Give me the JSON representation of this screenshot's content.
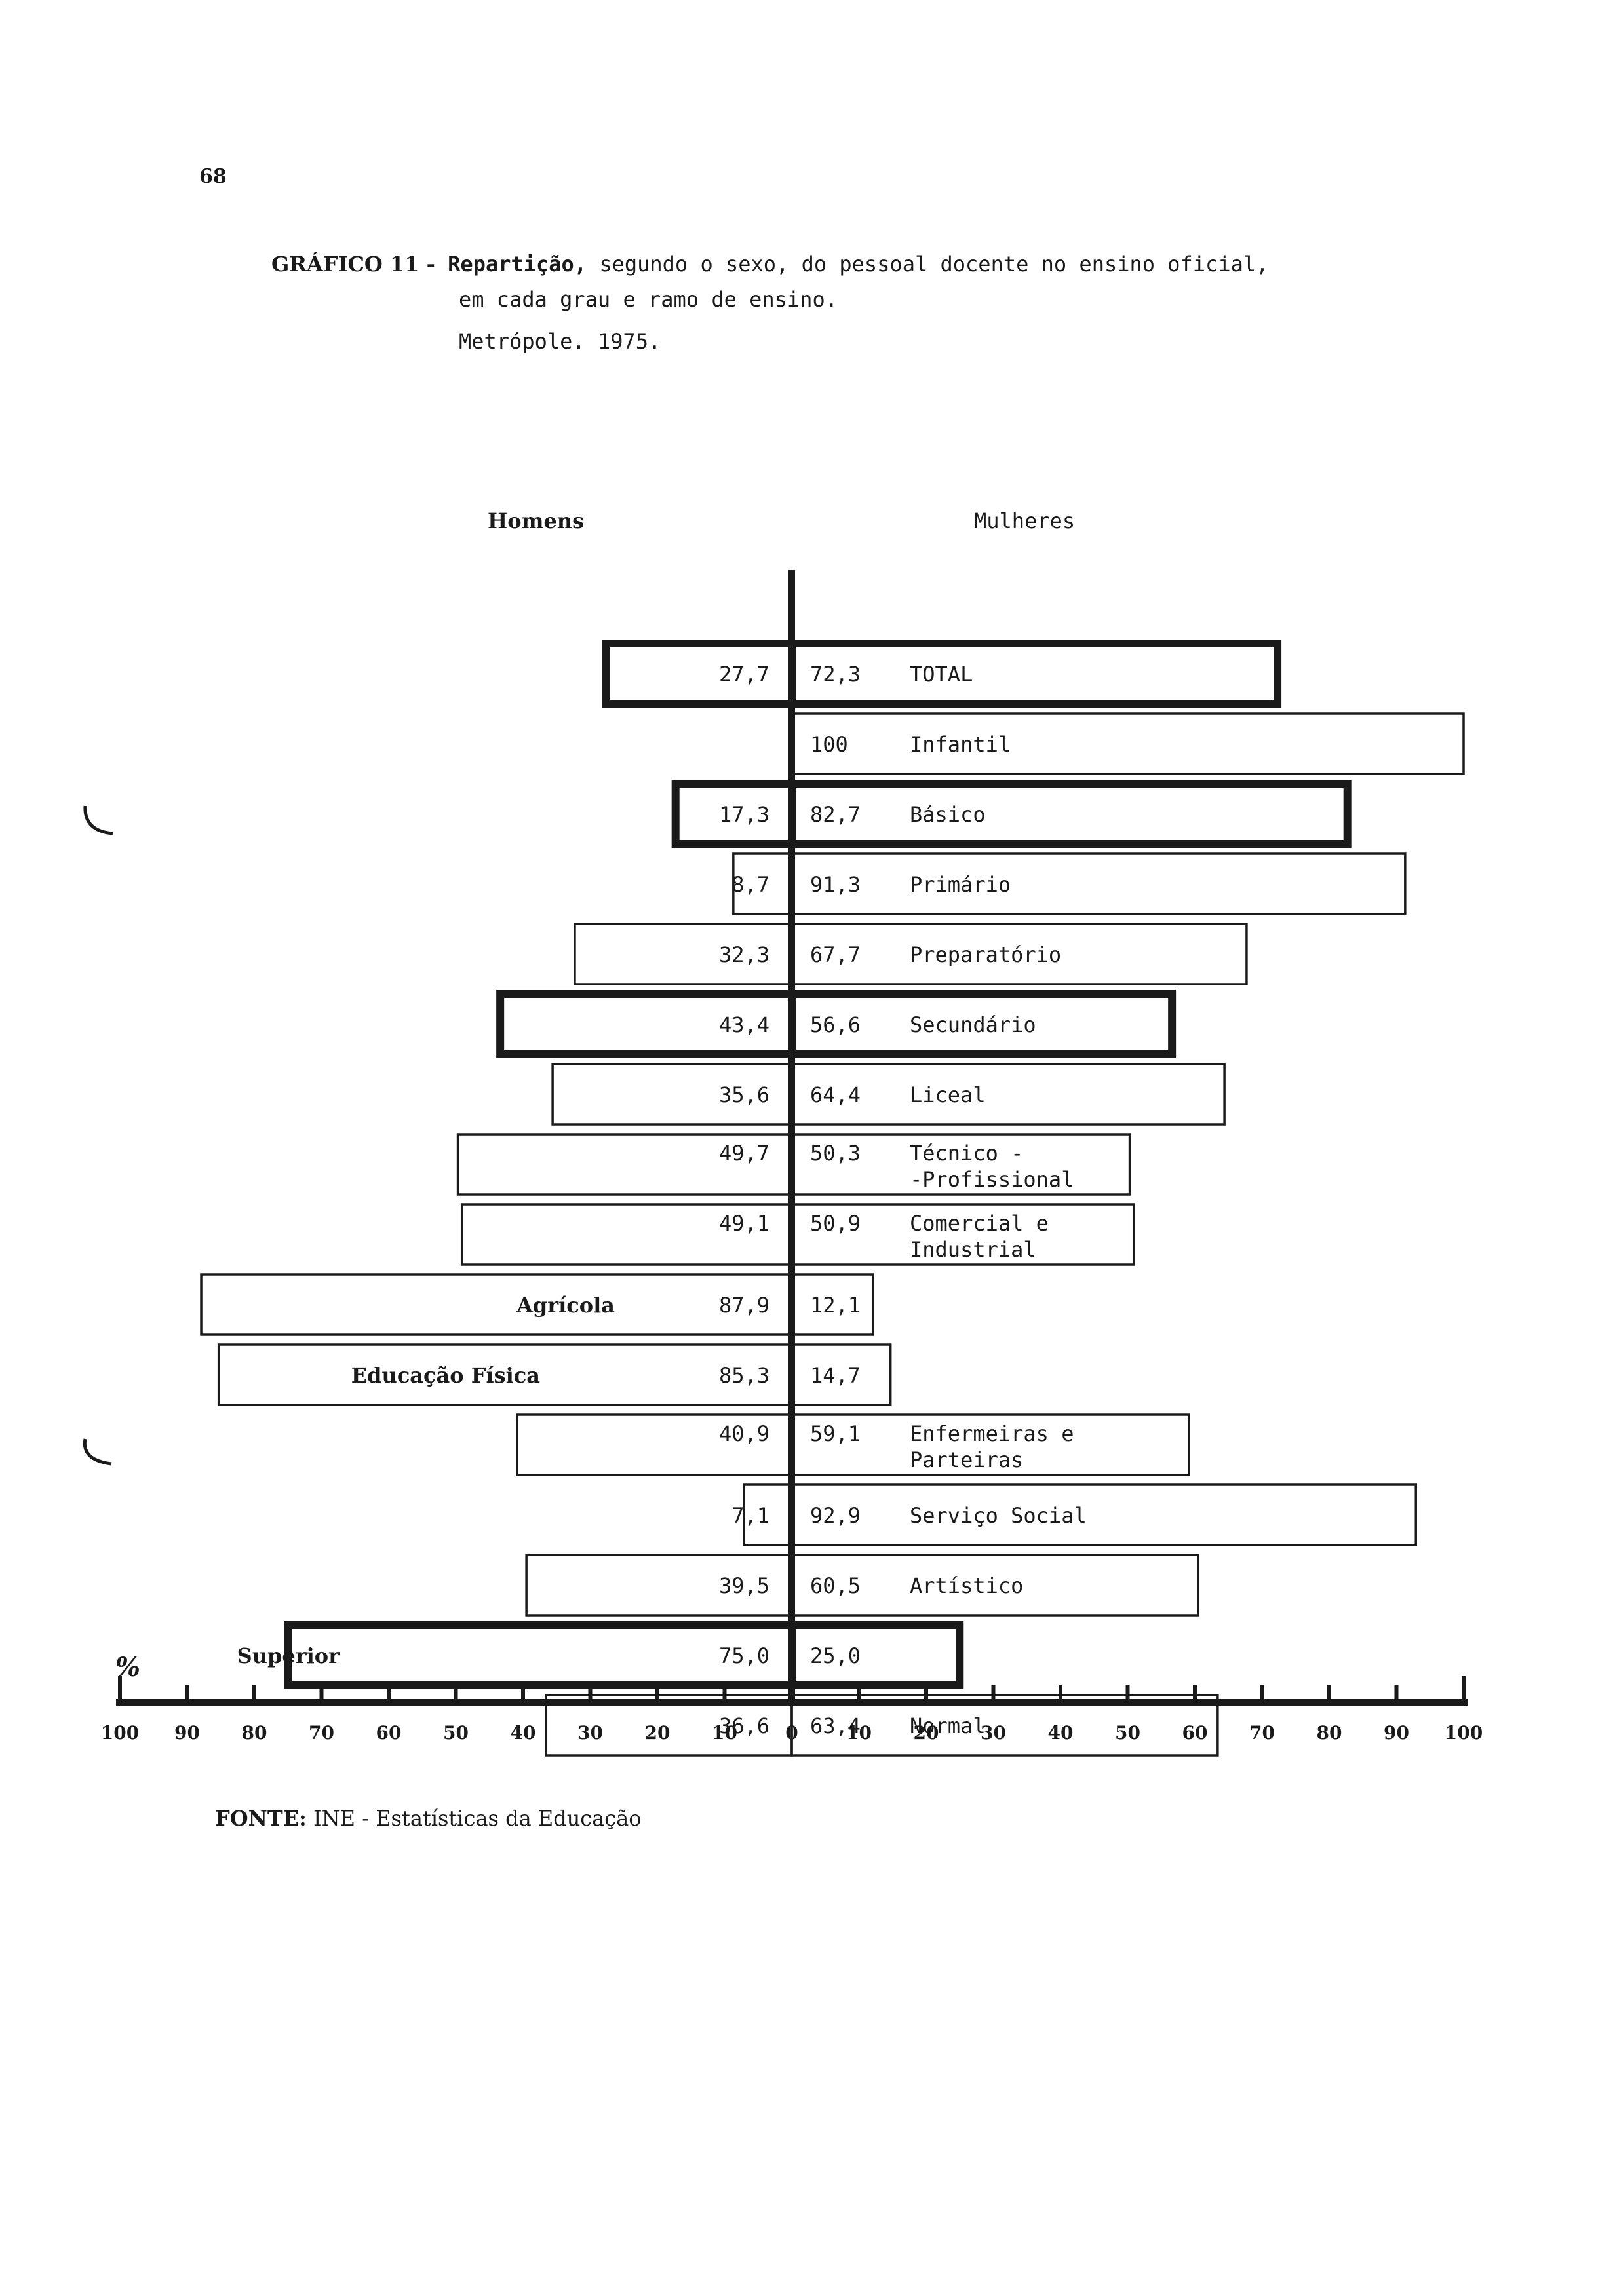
{
  "page": {
    "number": "68",
    "caption_label": "GRÁFICO 11 -",
    "caption_bold": "Repartição,",
    "caption_line1_rest": "segundo o sexo, do pessoal docente no ensino oficial,",
    "caption_line2": "em cada grau e ramo de ensino.",
    "caption_line3": "Metrópole. 1975.",
    "source_key": "FONTE:",
    "source_value": "INE - Estatísticas da Educação"
  },
  "colors": {
    "ink": "#1a1a1a",
    "background": "#ffffff"
  },
  "chart_data": {
    "type": "bar",
    "orientation": "horizontal-diverging",
    "left_label": "Homens",
    "right_label": "Mulheres",
    "axis_unit_symbol": "%",
    "xlim": [
      -100,
      100
    ],
    "ticks": [
      100,
      90,
      80,
      70,
      60,
      50,
      40,
      30,
      20,
      10,
      0,
      10,
      20,
      30,
      40,
      50,
      60,
      70,
      80,
      90,
      100
    ],
    "categories": [
      "TOTAL",
      "Infantil",
      "Básico",
      "Primário",
      "Preparatório",
      "Secundário",
      "Liceal",
      "Técnico - -Profissional",
      "Comercial e Industrial",
      "Agrícola",
      "Educação Física",
      "Enfermeiras e Parteiras",
      "Serviço Social",
      "Artístico",
      "Superior",
      "Normal"
    ],
    "series": [
      {
        "name": "Homens",
        "values": [
          27.7,
          0,
          17.3,
          8.7,
          32.3,
          43.4,
          35.6,
          49.7,
          49.1,
          87.9,
          85.3,
          40.9,
          7.1,
          39.5,
          75.0,
          36.6
        ]
      },
      {
        "name": "Mulheres",
        "values": [
          72.3,
          100,
          82.7,
          91.3,
          67.7,
          56.6,
          64.4,
          50.3,
          50.9,
          12.1,
          14.7,
          59.1,
          92.9,
          60.5,
          25.0,
          63.4
        ]
      }
    ],
    "left_value_labels": [
      "27,7",
      "",
      "17,3",
      "8,7",
      "32,3",
      "43,4",
      "35,6",
      "49,7",
      "49,1",
      "87,9",
      "85,3",
      "40,9",
      "7,1",
      "39,5",
      "75,0",
      "36,6"
    ],
    "right_value_labels": [
      "72,3",
      "100",
      "82,7",
      "91,3",
      "67,7",
      "56,6",
      "64,4",
      "50,3",
      "50,9",
      "12,1",
      "14,7",
      "59,1",
      "92,9",
      "60,5",
      "25,0",
      "63,4"
    ],
    "right_category_lines": [
      [
        "TOTAL"
      ],
      [
        "Infantil"
      ],
      [
        "Básico"
      ],
      [
        "Primário"
      ],
      [
        "Preparatório"
      ],
      [
        "Secundário"
      ],
      [
        "Liceal"
      ],
      [
        "Técnico -",
        "-Profissional"
      ],
      [
        "Comercial e",
        "Industrial"
      ],
      [],
      [],
      [
        "Enfermeiras e",
        "Parteiras"
      ],
      [
        "Serviço Social"
      ],
      [
        "Artístico"
      ],
      [],
      [
        "Normal"
      ]
    ],
    "left_category_labels": [
      "",
      "",
      "",
      "",
      "",
      "",
      "",
      "",
      "",
      "Agrícola",
      "Educação Física",
      "",
      "",
      "",
      "Superior",
      ""
    ],
    "bold_rows": [
      "TOTAL",
      "Básico",
      "Secundário",
      "Superior"
    ]
  }
}
